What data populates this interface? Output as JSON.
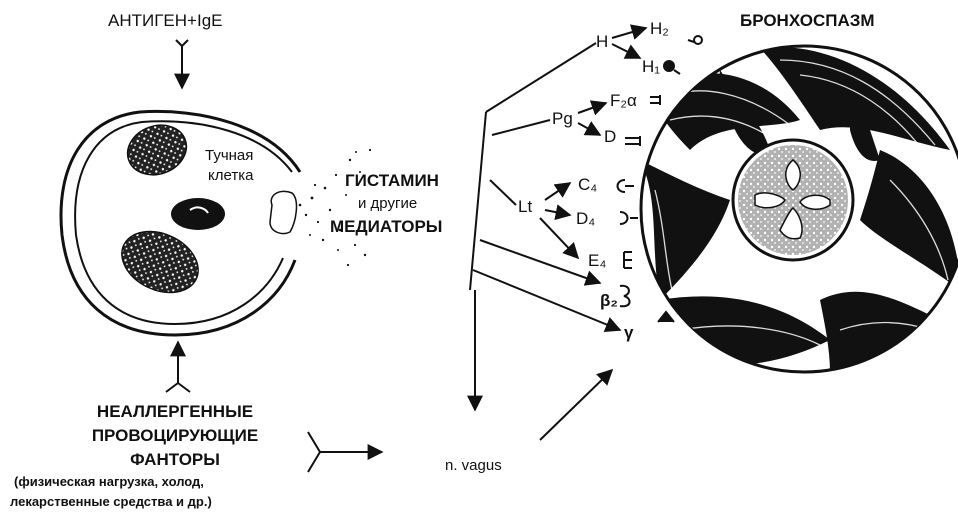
{
  "labels": {
    "antigen": "АНТИГЕН+IgE",
    "mast_cell_line1": "Тучная",
    "mast_cell_line2": "клетка",
    "histamine": "ГИСТАМИН",
    "and_other": "и другие",
    "mediators": "МЕДИАТОРЫ",
    "bronchospasm": "БРОНХОСПАЗМ",
    "nonallergic_line1": "НЕАЛЛЕРГЕННЫЕ",
    "nonallergic_line2": "ПРОВОЦИРУЮЩИЕ",
    "nonallergic_line3": "ФАНТОРЫ",
    "factors_line1": "(физическая нагрузка, холод,",
    "factors_line2": "лекарственные средства и др.)",
    "n_vagus": "n. vagus",
    "H": "H",
    "H2": "H₂",
    "H1": "H₁",
    "Pg": "Pg",
    "F2a": "F₂α",
    "D": "D",
    "Lt": "Lt",
    "C4": "C₄",
    "D4": "D₄",
    "E4": "E₄",
    "beta2": "β₂",
    "gamma": "γ"
  },
  "colors": {
    "ink": "#111111",
    "background": "#ffffff"
  }
}
